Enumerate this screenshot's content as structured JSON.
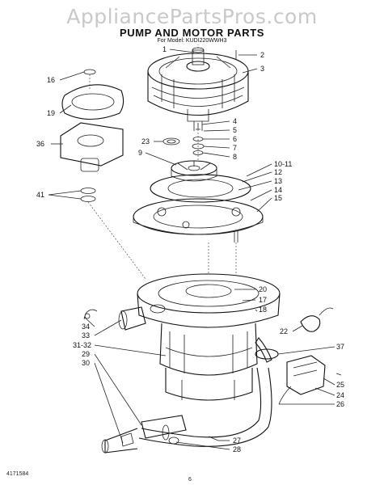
{
  "watermark": "AppliancePartsPros.com",
  "title": "PUMP AND MOTOR PARTS",
  "model": "For Model: KUDI220WWH3",
  "doc_id": "4171584",
  "page_number": "6",
  "callouts": {
    "c1": "1",
    "c2": "2",
    "c3": "3",
    "c4": "4",
    "c5": "5",
    "c6": "6",
    "c7": "7",
    "c8": "8",
    "c9": "9",
    "c10_11": "10-11",
    "c12": "12",
    "c13": "13",
    "c14": "14",
    "c15": "15",
    "c16": "16",
    "c17": "17",
    "c18": "18",
    "c19": "19",
    "c20": "20",
    "c22": "22",
    "c23": "23",
    "c24": "24",
    "c25": "25",
    "c26": "26",
    "c27": "27",
    "c28": "28",
    "c29": "29",
    "c30": "30",
    "c31_32": "31-32",
    "c33": "33",
    "c34": "34",
    "c36": "36",
    "c37": "37",
    "c41": "41"
  }
}
